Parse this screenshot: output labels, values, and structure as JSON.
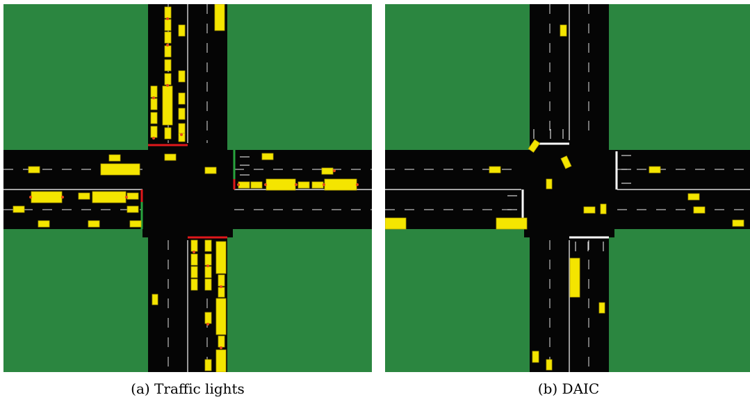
{
  "colors": {
    "grass": "#2b8640",
    "road": "#050505",
    "lane_marking": "#bdbdbd",
    "car": "#f4e500",
    "stop_red": "#e0181b",
    "stop_green": "#28a33d",
    "stop_white": "#ffffff",
    "brake_light": "#e34a1a"
  },
  "panels": [
    {
      "id": "a",
      "caption": "(a) Traffic lights",
      "control": "traffic-lights"
    },
    {
      "id": "b",
      "caption": "(b) DAIC",
      "control": "daic"
    }
  ]
}
